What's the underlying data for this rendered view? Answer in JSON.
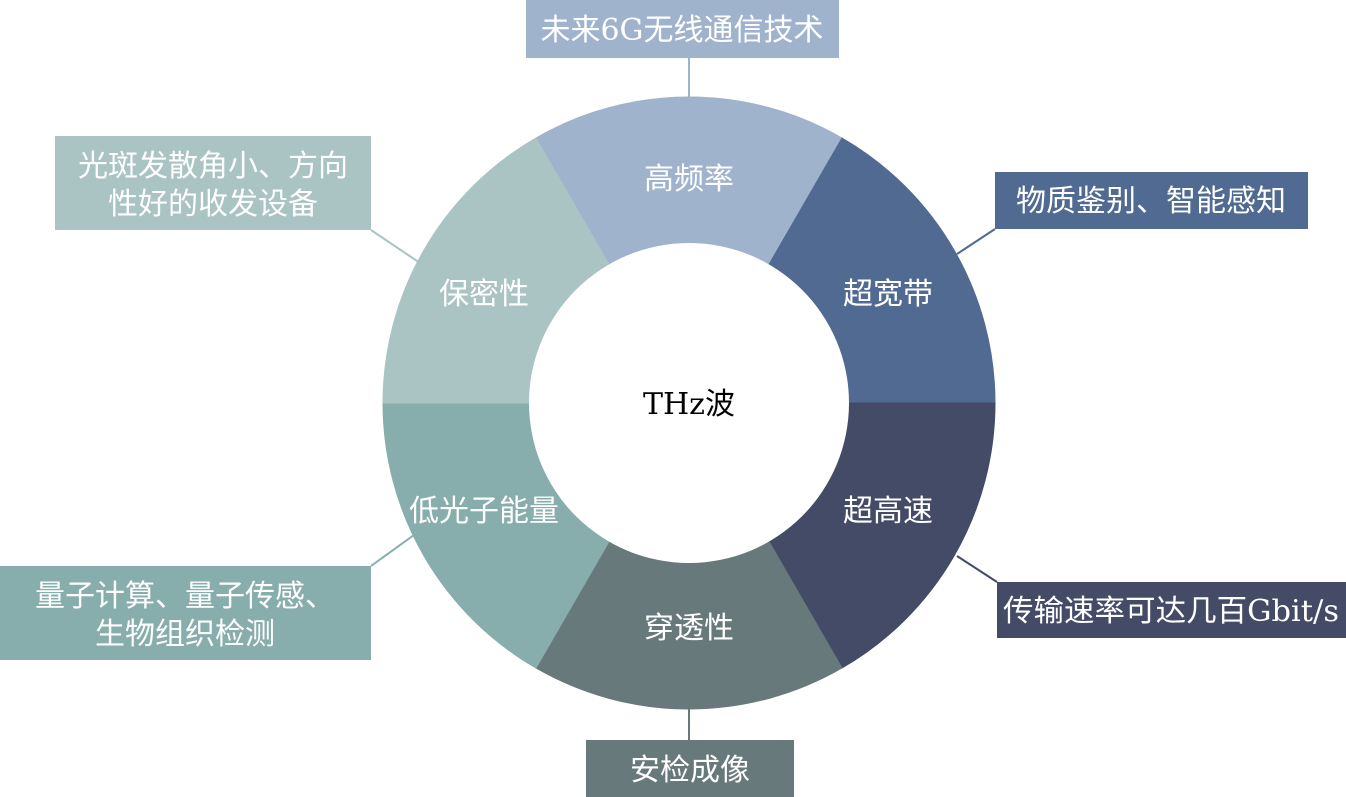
{
  "center": {
    "label": "THz波",
    "color": "#ffffff"
  },
  "segments": [
    {
      "id": "high-frequency",
      "label": "高频率",
      "color": "#9fb3cd"
    },
    {
      "id": "ultra-wideband",
      "label": "超宽带",
      "color": "#506a92"
    },
    {
      "id": "ultra-high-speed",
      "label": "超高速",
      "color": "#434b66"
    },
    {
      "id": "penetration",
      "label": "穿透性",
      "color": "#68797c"
    },
    {
      "id": "low-photon-energy",
      "label": "低光子能量",
      "color": "#87adad"
    },
    {
      "id": "confidentiality",
      "label": "保密性",
      "color": "#a9c4c3"
    }
  ],
  "callouts": [
    {
      "id": "high-frequency",
      "lines": [
        "未来6G无线通信技术"
      ],
      "color": "#9fb3cd"
    },
    {
      "id": "ultra-wideband",
      "lines": [
        "物质鉴别、智能感知"
      ],
      "color": "#506a92"
    },
    {
      "id": "ultra-high-speed",
      "lines": [
        "传输速率可达几百Gbit/s"
      ],
      "color": "#434b66"
    },
    {
      "id": "penetration",
      "lines": [
        "安检成像"
      ],
      "color": "#68797c"
    },
    {
      "id": "low-photon-energy",
      "lines": [
        "量子计算、量子传感、",
        "生物组织检测"
      ],
      "color": "#87adad"
    },
    {
      "id": "confidentiality",
      "lines": [
        "光斑发散角小、方向",
        "性好的收发设备"
      ],
      "color": "#a9c4c3"
    }
  ]
}
